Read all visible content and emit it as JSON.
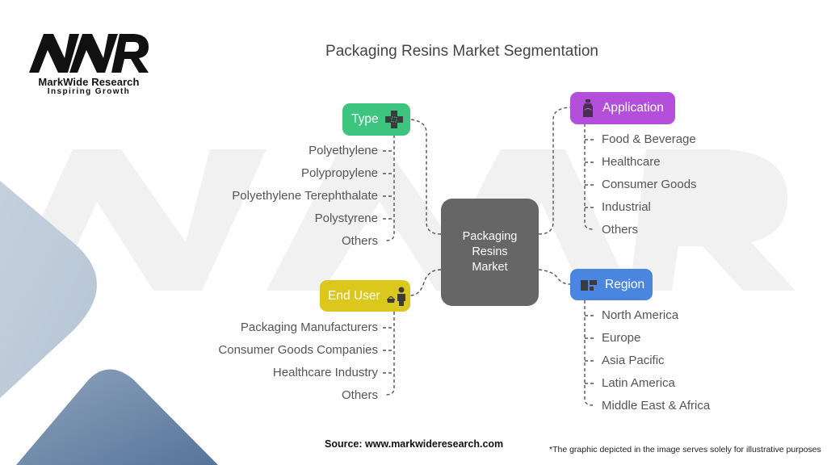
{
  "brand": {
    "logo_text": "MWR",
    "name": "MarkWide Research",
    "tagline": "Inspiring Growth"
  },
  "title": "Packaging Resins Market Segmentation",
  "center": {
    "lines": [
      "Packaging",
      "Resins",
      "Market"
    ]
  },
  "segments": {
    "type": {
      "label": "Type",
      "icon": "medical-cross-icon",
      "color": "#3dc47e",
      "items": [
        "Polyethylene",
        "Polypropylene",
        "Polyethylene Terephthalate",
        "Polystyrene",
        "Others"
      ]
    },
    "application": {
      "label": "Application",
      "icon": "bottle-icon",
      "color": "#b44fdb",
      "items": [
        "Food & Beverage",
        "Healthcare",
        "Consumer Goods",
        "Industrial",
        "Others"
      ]
    },
    "end_user": {
      "label": "End User",
      "icon": "shopper-with-basket-icon",
      "color": "#dcc81c",
      "items": [
        "Packaging Manufacturers",
        "Consumer Goods Companies",
        "Healthcare Industry",
        "Others"
      ]
    },
    "region": {
      "label": "Region",
      "icon": "region-blocks-icon",
      "color": "#4a86e0",
      "items": [
        "North America",
        "Europe",
        "Asia Pacific",
        "Latin America",
        "Middle East & Africa"
      ]
    }
  },
  "footer": {
    "source": "Source: www.markwideresearch.com",
    "disclaimer": "*The graphic depicted in the image serves solely for illustrative purposes"
  }
}
